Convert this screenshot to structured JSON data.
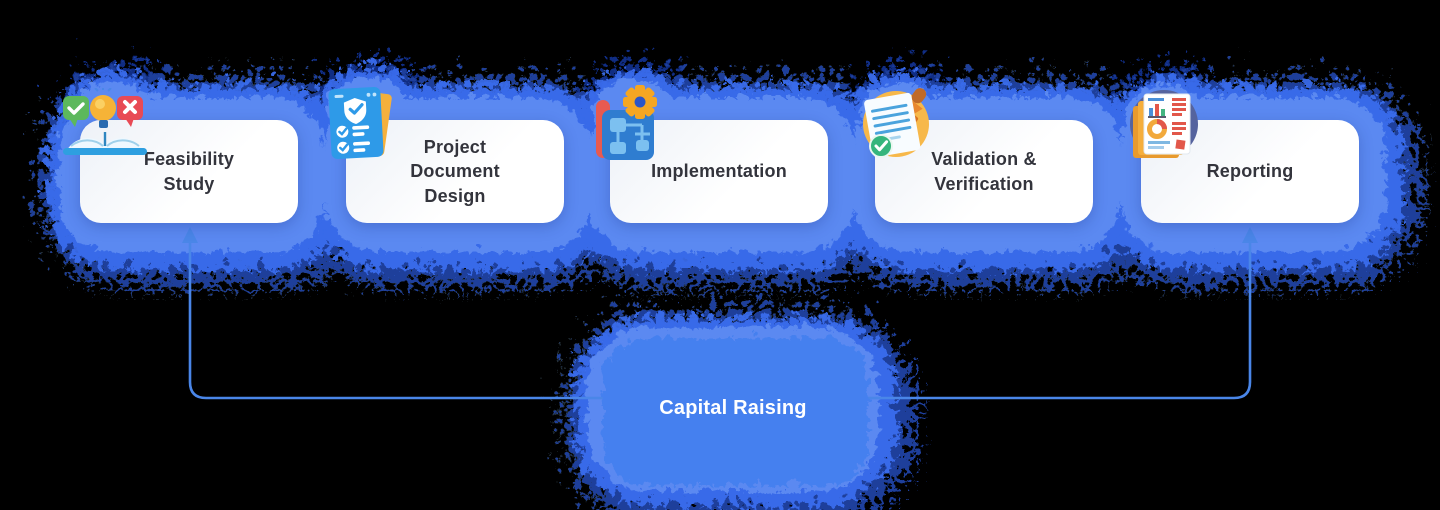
{
  "diagram": {
    "type": "process-flow",
    "steps": [
      {
        "id": "feasibility-study",
        "label": "Feasibility\nStudy",
        "icon": "open-book-idea-icon"
      },
      {
        "id": "project-document-design",
        "label": "Project\nDocument\nDesign",
        "icon": "checklist-clipboard-icon"
      },
      {
        "id": "implementation",
        "label": "Implementation",
        "icon": "gear-flowchart-icon"
      },
      {
        "id": "validation-verification",
        "label": "Validation &\nVerification",
        "icon": "stamp-document-icon"
      },
      {
        "id": "reporting",
        "label": "Reporting",
        "icon": "report-charts-icon"
      }
    ],
    "bottom_node": {
      "label": "Capital Raising"
    }
  },
  "colors": {
    "background": "#000000",
    "glow_sparkle": "#9fd4ff",
    "glow_outer": "#1c4cdd",
    "glow_mid": "#3a6ef0",
    "glow_inner": "#5d8bf2",
    "connector": "#4a86e8",
    "node_fill": "#4480ef",
    "node_text": "#ffffff",
    "card_text": "#33343c"
  }
}
